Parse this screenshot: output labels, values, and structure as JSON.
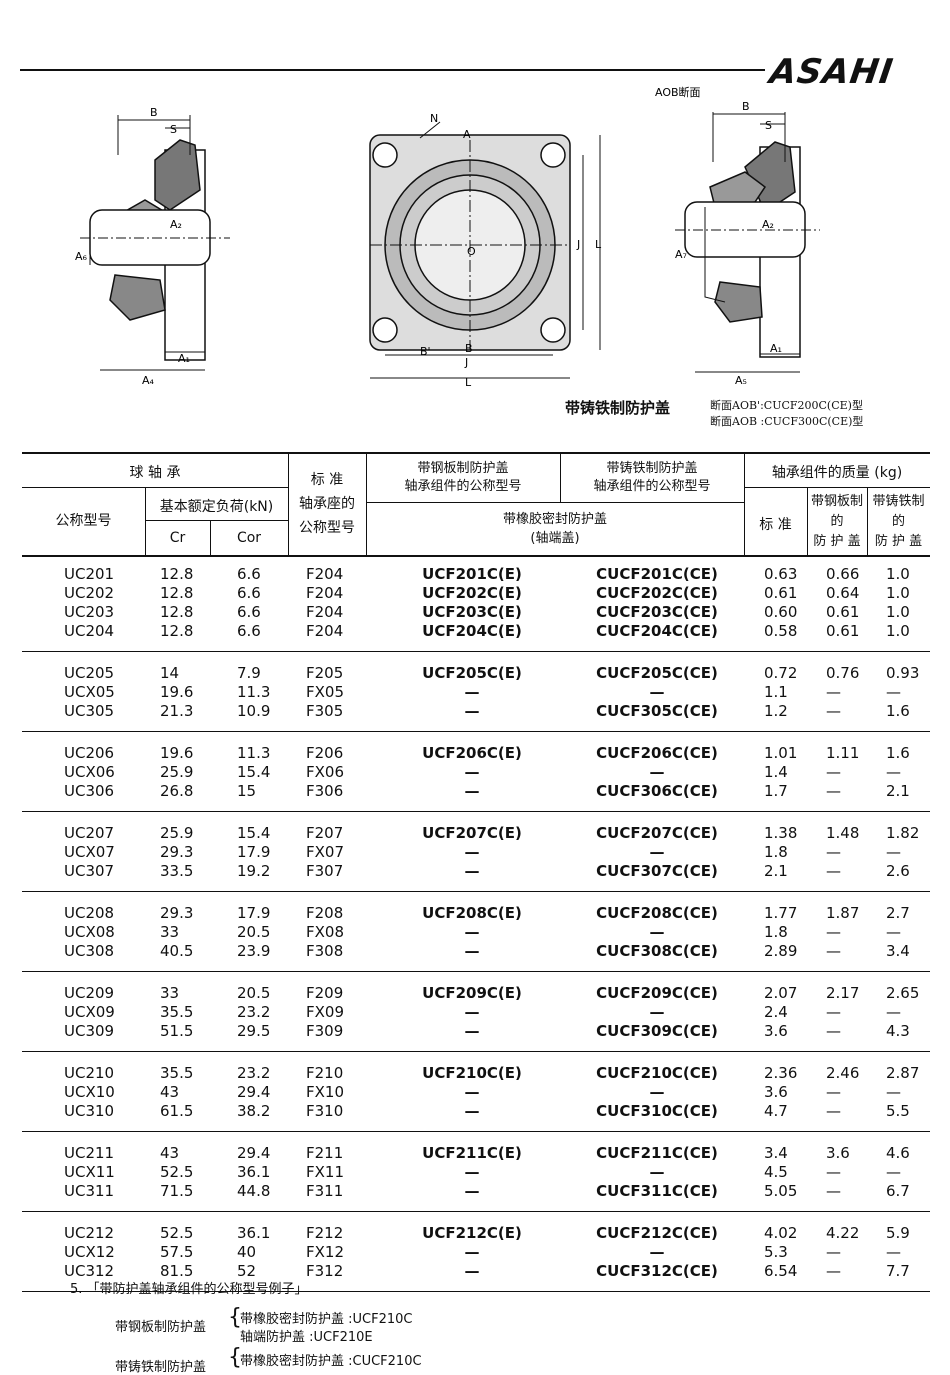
{
  "brand": "ASAHI",
  "drawing": {
    "left_labels": {
      "b": "B",
      "s": "S",
      "a2": "A₂",
      "a6": "A₆",
      "a1": "A₁",
      "a4": "A₄"
    },
    "center_labels": {
      "n": "N",
      "a": "A",
      "o": "O",
      "j": "J",
      "l": "L",
      "b_prime": "B'",
      "b": "B",
      "j2": "J",
      "l2": "L"
    },
    "right_labels": {
      "aob": "AOB断面",
      "b": "B",
      "s": "S",
      "a2": "A₂",
      "a7": "A₇",
      "a1": "A₁",
      "a5": "A₅"
    },
    "caption": "带铸铁制防护盖",
    "note1": "断面AOB':CUCF200C(CE)型",
    "note2": "断面AOB :CUCF300C(CE)型"
  },
  "header": {
    "ball_bearing": "球 轴 承",
    "model": "公称型号",
    "load": "基本额定负荷(kN)",
    "cr": "Cr",
    "cor": "Cor",
    "std_housing_l1": "标 准",
    "std_housing_l2": "轴承座的",
    "std_housing_l3": "公称型号",
    "steel_cover_l1": "带钢板制防护盖",
    "steel_cover_l2": "轴承组件的公称型号",
    "iron_cover_l1": "带铸铁制防护盖",
    "iron_cover_l2": "轴承组件的公称型号",
    "rubber_l1": "带橡胶密封防护盖",
    "rubber_l2": "(轴端盖)",
    "mass": "轴承组件的质量 (kg)",
    "standard": "标 准",
    "steel_mass_l1": "带钢板制",
    "steel_mass_l2": "的",
    "steel_mass_l3": "防 护 盖",
    "iron_mass_l1": "带铸铁制",
    "iron_mass_l2": "的",
    "iron_mass_l3": "防 护 盖"
  },
  "groups": [
    {
      "rows": [
        {
          "model": "UC201",
          "cr": "12.8",
          "cor": "6.6",
          "housing": "F204",
          "steel": "UCF201C(E)",
          "iron": "CUCF201C(CE)",
          "w_std": "0.63",
          "w_steel": "0.66",
          "w_iron": "1.0"
        },
        {
          "model": "UC202",
          "cr": "12.8",
          "cor": "6.6",
          "housing": "F204",
          "steel": "UCF202C(E)",
          "iron": "CUCF202C(CE)",
          "w_std": "0.61",
          "w_steel": "0.64",
          "w_iron": "1.0"
        },
        {
          "model": "UC203",
          "cr": "12.8",
          "cor": "6.6",
          "housing": "F204",
          "steel": "UCF203C(E)",
          "iron": "CUCF203C(CE)",
          "w_std": "0.60",
          "w_steel": "0.61",
          "w_iron": "1.0"
        },
        {
          "model": "UC204",
          "cr": "12.8",
          "cor": "6.6",
          "housing": "F204",
          "steel": "UCF204C(E)",
          "iron": "CUCF204C(CE)",
          "w_std": "0.58",
          "w_steel": "0.61",
          "w_iron": "1.0"
        }
      ]
    },
    {
      "rows": [
        {
          "model": "UC205",
          "cr": "14",
          "cor": "7.9",
          "housing": "F205",
          "steel": "UCF205C(E)",
          "iron": "CUCF205C(CE)",
          "w_std": "0.72",
          "w_steel": "0.76",
          "w_iron": "0.93"
        },
        {
          "model": "UCX05",
          "cr": "19.6",
          "cor": "11.3",
          "housing": "FX05",
          "steel": "—",
          "iron": "—",
          "w_std": "1.1",
          "w_steel": "—",
          "w_iron": "—"
        },
        {
          "model": "UC305",
          "cr": "21.3",
          "cor": "10.9",
          "housing": "F305",
          "steel": "—",
          "iron": "CUCF305C(CE)",
          "w_std": "1.2",
          "w_steel": "—",
          "w_iron": "1.6"
        }
      ]
    },
    {
      "rows": [
        {
          "model": "UC206",
          "cr": "19.6",
          "cor": "11.3",
          "housing": "F206",
          "steel": "UCF206C(E)",
          "iron": "CUCF206C(CE)",
          "w_std": "1.01",
          "w_steel": "1.11",
          "w_iron": "1.6"
        },
        {
          "model": "UCX06",
          "cr": "25.9",
          "cor": "15.4",
          "housing": "FX06",
          "steel": "—",
          "iron": "—",
          "w_std": "1.4",
          "w_steel": "—",
          "w_iron": "—"
        },
        {
          "model": "UC306",
          "cr": "26.8",
          "cor": "15",
          "housing": "F306",
          "steel": "—",
          "iron": "CUCF306C(CE)",
          "w_std": "1.7",
          "w_steel": "—",
          "w_iron": "2.1"
        }
      ]
    },
    {
      "rows": [
        {
          "model": "UC207",
          "cr": "25.9",
          "cor": "15.4",
          "housing": "F207",
          "steel": "UCF207C(E)",
          "iron": "CUCF207C(CE)",
          "w_std": "1.38",
          "w_steel": "1.48",
          "w_iron": "1.82"
        },
        {
          "model": "UCX07",
          "cr": "29.3",
          "cor": "17.9",
          "housing": "FX07",
          "steel": "—",
          "iron": "—",
          "w_std": "1.8",
          "w_steel": "—",
          "w_iron": "—"
        },
        {
          "model": "UC307",
          "cr": "33.5",
          "cor": "19.2",
          "housing": "F307",
          "steel": "—",
          "iron": "CUCF307C(CE)",
          "w_std": "2.1",
          "w_steel": "—",
          "w_iron": "2.6"
        }
      ]
    },
    {
      "rows": [
        {
          "model": "UC208",
          "cr": "29.3",
          "cor": "17.9",
          "housing": "F208",
          "steel": "UCF208C(E)",
          "iron": "CUCF208C(CE)",
          "w_std": "1.77",
          "w_steel": "1.87",
          "w_iron": "2.7"
        },
        {
          "model": "UCX08",
          "cr": "33",
          "cor": "20.5",
          "housing": "FX08",
          "steel": "—",
          "iron": "—",
          "w_std": "1.8",
          "w_steel": "—",
          "w_iron": "—"
        },
        {
          "model": "UC308",
          "cr": "40.5",
          "cor": "23.9",
          "housing": "F308",
          "steel": "—",
          "iron": "CUCF308C(CE)",
          "w_std": "2.89",
          "w_steel": "—",
          "w_iron": "3.4"
        }
      ]
    },
    {
      "rows": [
        {
          "model": "UC209",
          "cr": "33",
          "cor": "20.5",
          "housing": "F209",
          "steel": "UCF209C(E)",
          "iron": "CUCF209C(CE)",
          "w_std": "2.07",
          "w_steel": "2.17",
          "w_iron": "2.65"
        },
        {
          "model": "UCX09",
          "cr": "35.5",
          "cor": "23.2",
          "housing": "FX09",
          "steel": "—",
          "iron": "—",
          "w_std": "2.4",
          "w_steel": "—",
          "w_iron": "—"
        },
        {
          "model": "UC309",
          "cr": "51.5",
          "cor": "29.5",
          "housing": "F309",
          "steel": "—",
          "iron": "CUCF309C(CE)",
          "w_std": "3.6",
          "w_steel": "—",
          "w_iron": "4.3"
        }
      ]
    },
    {
      "rows": [
        {
          "model": "UC210",
          "cr": "35.5",
          "cor": "23.2",
          "housing": "F210",
          "steel": "UCF210C(E)",
          "iron": "CUCF210C(CE)",
          "w_std": "2.36",
          "w_steel": "2.46",
          "w_iron": "2.87"
        },
        {
          "model": "UCX10",
          "cr": "43",
          "cor": "29.4",
          "housing": "FX10",
          "steel": "—",
          "iron": "—",
          "w_std": "3.6",
          "w_steel": "—",
          "w_iron": "—"
        },
        {
          "model": "UC310",
          "cr": "61.5",
          "cor": "38.2",
          "housing": "F310",
          "steel": "—",
          "iron": "CUCF310C(CE)",
          "w_std": "4.7",
          "w_steel": "—",
          "w_iron": "5.5"
        }
      ]
    },
    {
      "rows": [
        {
          "model": "UC211",
          "cr": "43",
          "cor": "29.4",
          "housing": "F211",
          "steel": "UCF211C(E)",
          "iron": "CUCF211C(CE)",
          "w_std": "3.4",
          "w_steel": "3.6",
          "w_iron": "4.6"
        },
        {
          "model": "UCX11",
          "cr": "52.5",
          "cor": "36.1",
          "housing": "FX11",
          "steel": "—",
          "iron": "—",
          "w_std": "4.5",
          "w_steel": "—",
          "w_iron": "—"
        },
        {
          "model": "UC311",
          "cr": "71.5",
          "cor": "44.8",
          "housing": "F311",
          "steel": "—",
          "iron": "CUCF311C(CE)",
          "w_std": "5.05",
          "w_steel": "—",
          "w_iron": "6.7"
        }
      ]
    },
    {
      "rows": [
        {
          "model": "UC212",
          "cr": "52.5",
          "cor": "36.1",
          "housing": "F212",
          "steel": "UCF212C(E)",
          "iron": "CUCF212C(CE)",
          "w_std": "4.02",
          "w_steel": "4.22",
          "w_iron": "5.9"
        },
        {
          "model": "UCX12",
          "cr": "57.5",
          "cor": "40",
          "housing": "FX12",
          "steel": "—",
          "iron": "—",
          "w_std": "5.3",
          "w_steel": "—",
          "w_iron": "—"
        },
        {
          "model": "UC312",
          "cr": "81.5",
          "cor": "52",
          "housing": "F312",
          "steel": "—",
          "iron": "CUCF312C(CE)",
          "w_std": "6.54",
          "w_steel": "—",
          "w_iron": "7.7"
        }
      ]
    }
  ],
  "footer": {
    "title": "5. 「带防护盖轴承组件的公称型号例子」",
    "steel_label": "带钢板制防护盖",
    "steel_rubber": "带橡胶密封防护盖 :UCF210C",
    "steel_end": "轴端防护盖      :UCF210E",
    "iron_label": "带铸铁制防护盖",
    "iron_rubber": "带橡胶密封防护盖 :CUCF210C"
  }
}
